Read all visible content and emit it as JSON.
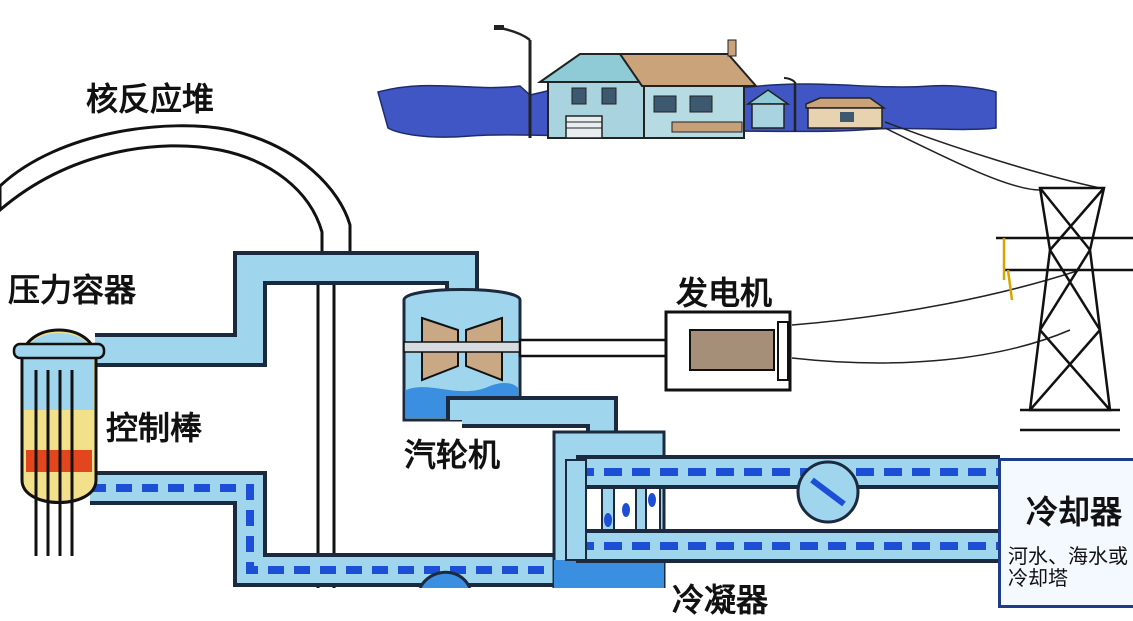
{
  "labels": {
    "reactor": "核反应堆",
    "pressure_vessel": "压力容器",
    "control_rod": "控制棒",
    "turbine": "汽轮机",
    "generator": "发电机",
    "cooler": "冷却器",
    "cooler_desc_line1": "河水、海水或",
    "cooler_desc_line2": "冷却塔",
    "condenser": "冷凝器"
  },
  "colors": {
    "water_light": "#9fd6ee",
    "water_dark": "#1d4fd6",
    "water_mid": "#3a8fe0",
    "pipe_outline": "#1c2a40",
    "fuel": "#f3e08a",
    "core_hot": "#e3461e",
    "sky_strip": "#3f56c4",
    "house_wall": "#a9d3df",
    "roof": "#caa37a"
  },
  "icons": [
    "house-icon",
    "street-lamp-icon",
    "transmission-tower-icon",
    "water-droplet-icon"
  ]
}
